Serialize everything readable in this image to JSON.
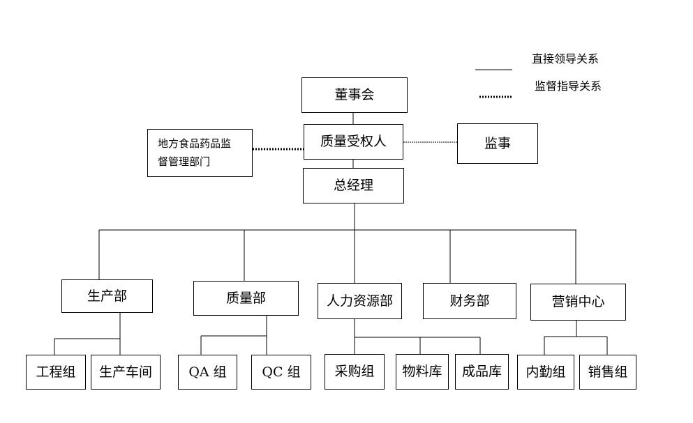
{
  "legend": {
    "solid_label": "直接领导关系",
    "dotted_label": "监督指导关系"
  },
  "nodes": {
    "board": "董事会",
    "qp": "质量受权人",
    "fda_line1": "地方食品药品监",
    "fda_line2": "督管理部门",
    "supervisor": "监事",
    "gm": "总经理",
    "production": "生产部",
    "quality": "质量部",
    "hr": "人力资源部",
    "finance": "财务部",
    "marketing": "营销中心",
    "engineering": "工程组",
    "workshop": "生产车间",
    "qa": "QA 组",
    "qc": "QC 组",
    "purchasing": "采购组",
    "materials": "物料库",
    "finished_goods": "成品库",
    "internal": "内勤组",
    "sales": "销售组"
  },
  "colors": {
    "line": "#000000",
    "box_border": "#000000",
    "background": "#ffffff"
  }
}
